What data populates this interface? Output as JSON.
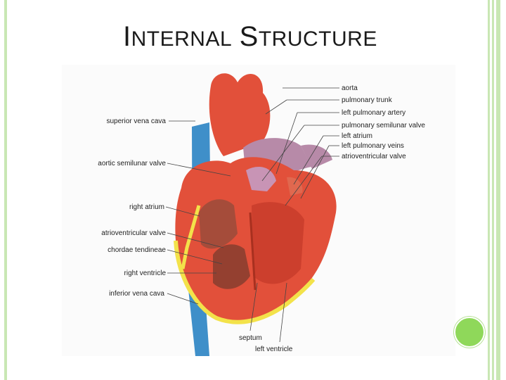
{
  "slide": {
    "title_first_cap": "I",
    "title_rest_word1": "NTERNAL",
    "title_cap2": "S",
    "title_rest_word2": "TRUCTURE"
  },
  "figure": {
    "labels_left": [
      "superior vena cava",
      "aortic semilunar valve",
      "right atrium",
      "atrioventricular valve",
      "chordae tendineae",
      "right ventricle",
      "inferior vena cava"
    ],
    "labels_right": [
      "aorta",
      "pulmonary trunk",
      "left pulmonary artery",
      "pulmonary semilunar valve",
      "left atrium",
      "left pulmonary veins",
      "atrioventricular valve"
    ],
    "labels_bottom": [
      "septum",
      "left ventricle"
    ]
  },
  "colors": {
    "frame": "#c9e7b4",
    "accent_dot": "#8fd85a",
    "heart_red": "#e2503a",
    "vessel_blue": "#3f8fc9",
    "fat_yellow": "#f3e24a",
    "pulmonary_purple": "#b78aa8"
  }
}
